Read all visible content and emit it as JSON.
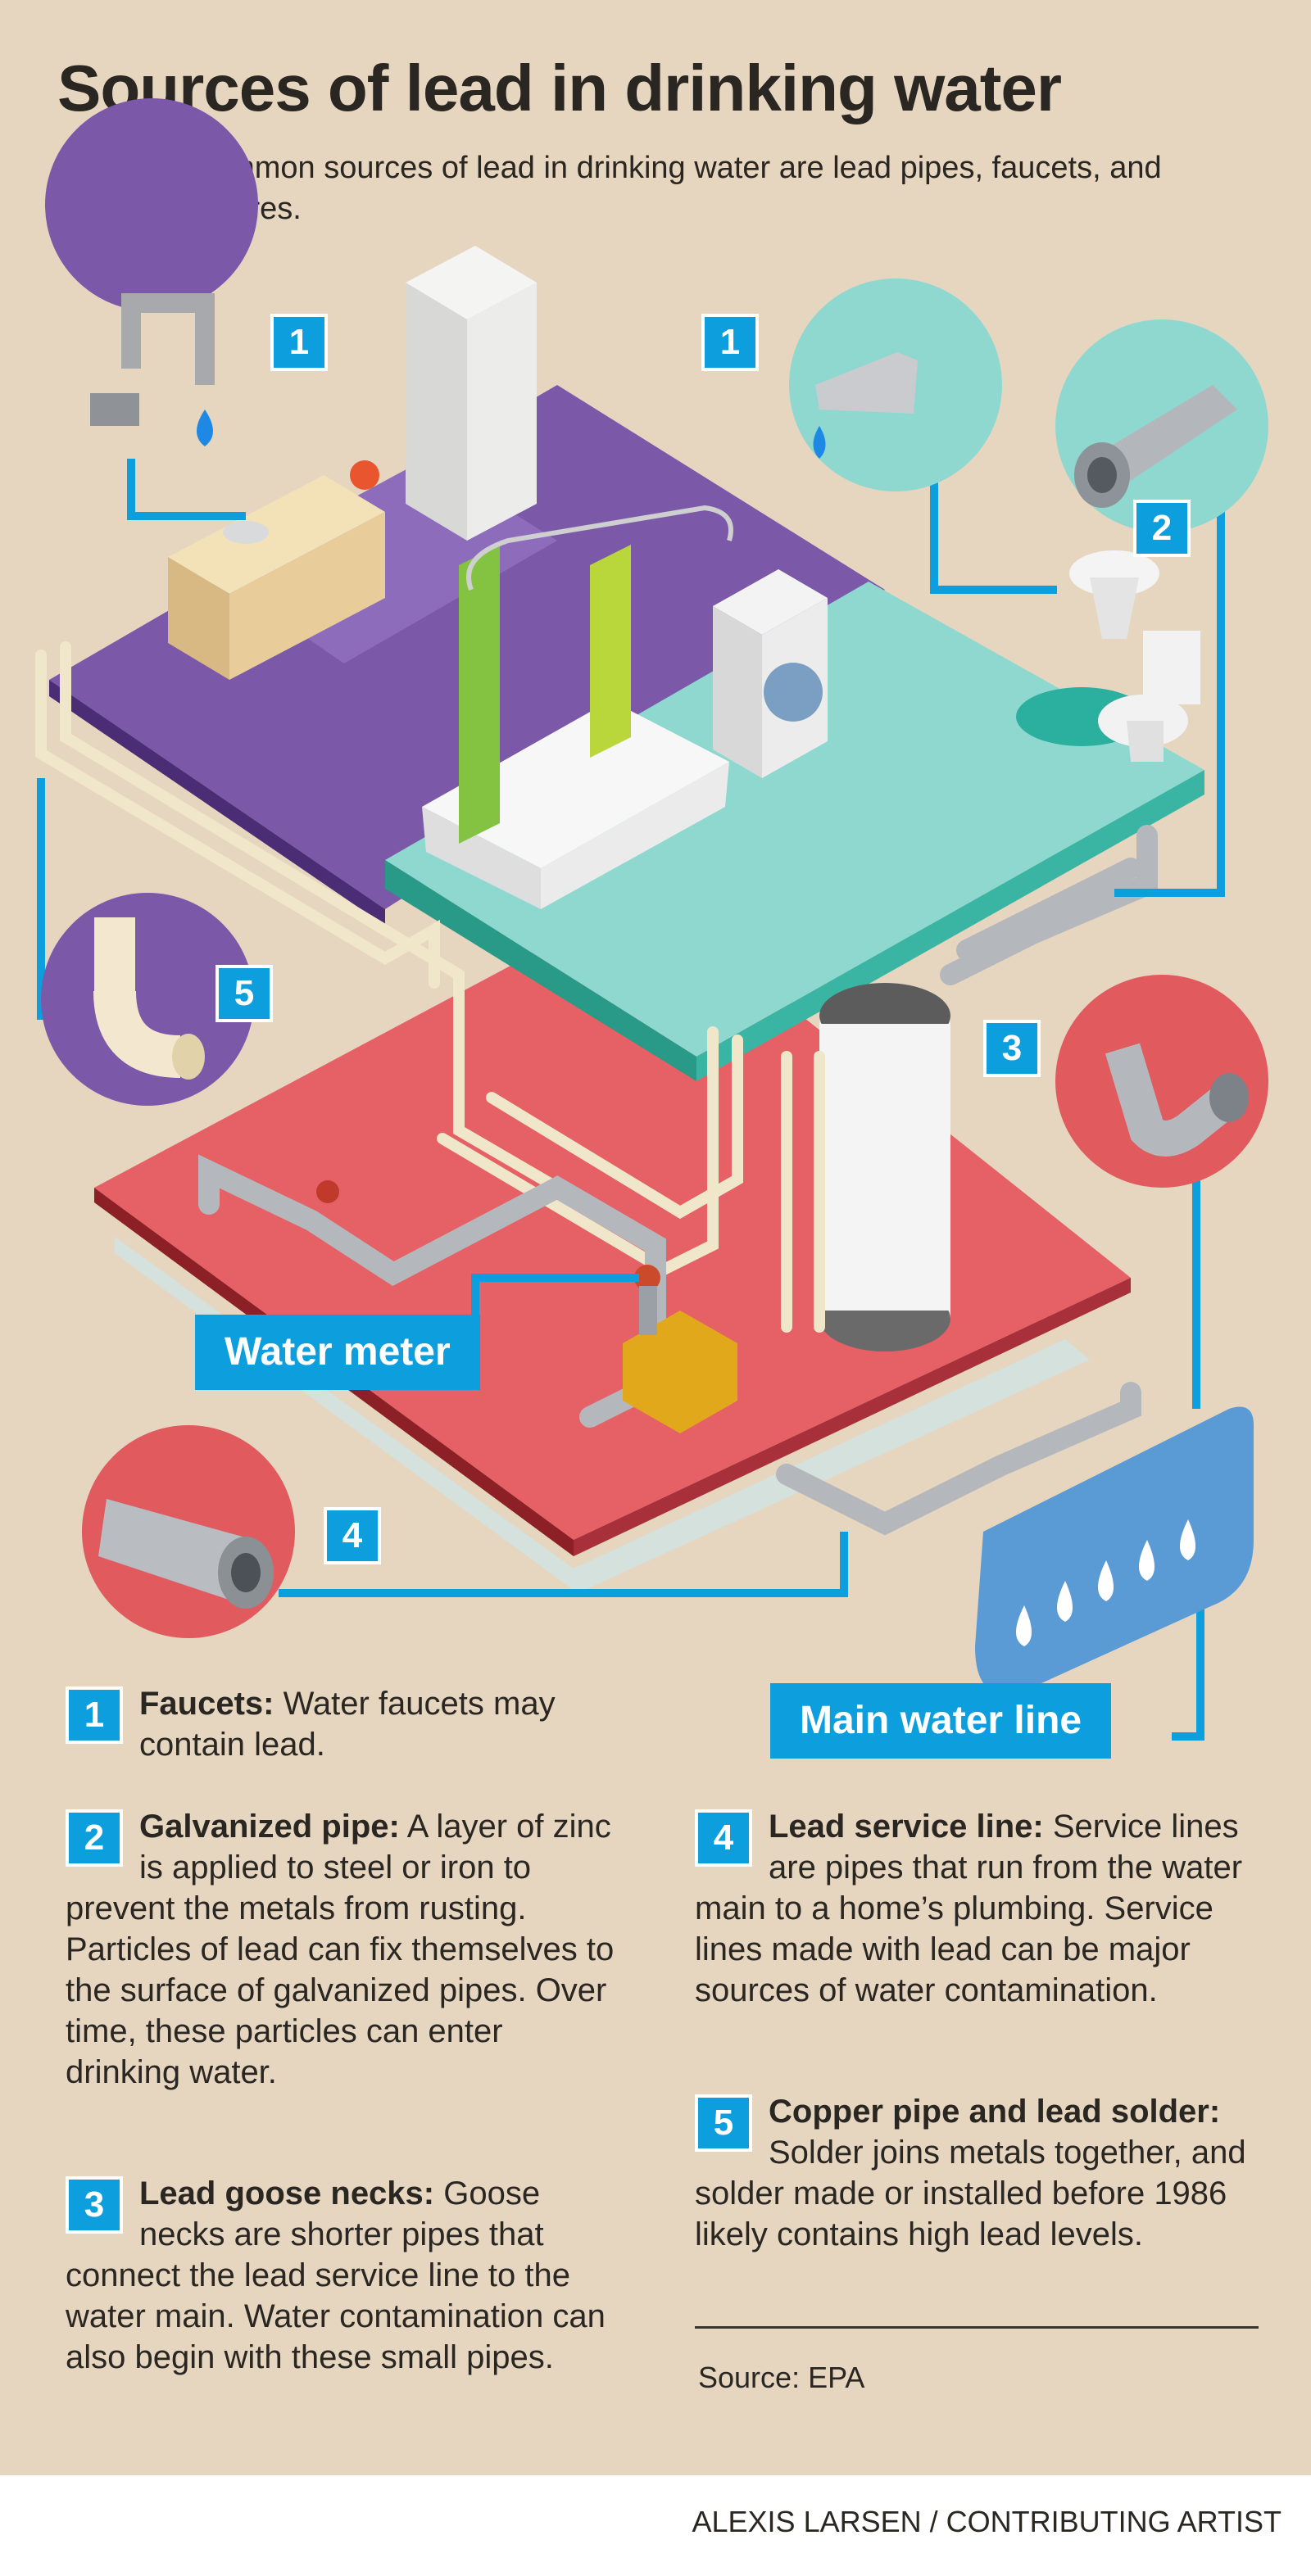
{
  "header": {
    "title": "Sources of lead in drinking water",
    "subtitle": "The most common sources of lead in drinking water are lead pipes, faucets, and plumbing fixtures."
  },
  "badges": {
    "b1_left": "1",
    "b1_right": "1",
    "b2": "2",
    "b3": "3",
    "b4": "4",
    "b5": "5"
  },
  "labels": {
    "water_meter": "Water meter",
    "main_water_line": "Main water line"
  },
  "legend": [
    {
      "num": "1",
      "title": "Faucets:",
      "text": " Water faucets may contain lead."
    },
    {
      "num": "2",
      "title": "Galvanized pipe:",
      "text": " A layer of zinc is applied to steel or iron to prevent the metals from rusting. Particles of lead can fix themselves to the surface of galvanized pipes. Over time, these particles can enter drinking water."
    },
    {
      "num": "3",
      "title": "Lead goose necks:",
      "text": " Goose necks are shorter pipes that connect the lead service line to the water main. Water contamination can also begin with these small pipes."
    },
    {
      "num": "4",
      "title": "Lead service line:",
      "text": " Service lines are pipes that run from the water main to a home’s plumbing. Service lines made with lead can be major sources of water contamination."
    },
    {
      "num": "5",
      "title": "Copper pipe and lead solder:",
      "text": " Solder joins metals together, and solder made or installed before 1986 likely contains high lead levels."
    }
  ],
  "source": "Source: EPA",
  "credit": "ALEXIS LARSEN / CONTRIBUTING ARTIST",
  "colors": {
    "background": "#e6d6c0",
    "accent_blue": "#0c9edd",
    "purple_floor": "#7b58a8",
    "teal_floor": "#7fd0c8",
    "red_floor": "#e05a5e",
    "water_tank": "#5b9bd5"
  }
}
